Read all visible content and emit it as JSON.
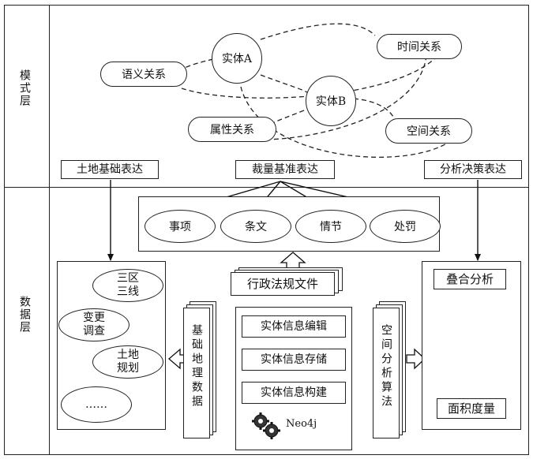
{
  "layers": {
    "model": "模式层",
    "data": "数据层"
  },
  "model": {
    "entity_a": "实体A",
    "entity_b": "实体B",
    "semantic": "语义关系",
    "time": "时间关系",
    "attribute": "属性关系",
    "space": "空间关系"
  },
  "expressions": {
    "land": "土地基础表达",
    "discretion": "裁量基准表达",
    "analysis": "分析决策表达"
  },
  "discretion_items": [
    "事项",
    "条文",
    "情节",
    "处罚"
  ],
  "law_files": "行政法规文件",
  "land_data": [
    "三区\n三线",
    "变更\n调查",
    "土地\n规划",
    "……"
  ],
  "basic_geo_data": "基础地理数据",
  "center_ops": [
    "实体信息编辑",
    "实体信息存储",
    "实体信息构建"
  ],
  "neo4j": "Neo4j",
  "spatial_algo": "空间分析算法",
  "analysis": {
    "overlay": "叠合分析",
    "area": "面积度量"
  }
}
